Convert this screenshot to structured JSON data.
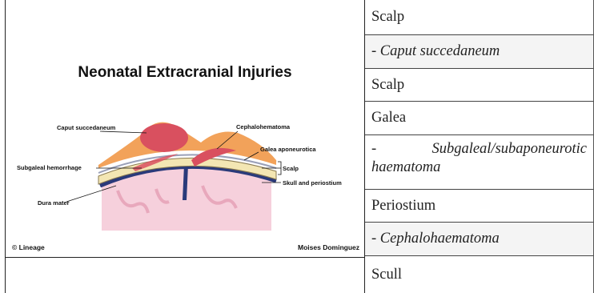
{
  "figure": {
    "title": "Neonatal Extracranial Injuries",
    "labels": {
      "caput": "Caput succedaneum",
      "cephalohematoma": "Cephalohematoma",
      "galea": "Galea aponeurotica",
      "subgaleal": "Subgaleal hemorrhage",
      "scalp": "Scalp",
      "skull": "Skull and periostium",
      "dura": "Dura mater"
    },
    "credit_left": "© Lineage",
    "credit_right": "Moises Dominguez"
  },
  "table": {
    "rows": [
      {
        "text": "Scalp",
        "italic": false,
        "shaded": false
      },
      {
        "text": "- Caput succedaneum",
        "italic": true,
        "shaded": true
      },
      {
        "text": "Scalp",
        "italic": false,
        "shaded": false
      },
      {
        "text": "Galea",
        "italic": false,
        "shaded": false
      },
      {
        "text": "- Subgaleal/subaponeurotic haematoma",
        "italic": true,
        "shaded": false
      },
      {
        "text": "Periostium",
        "italic": false,
        "shaded": false
      },
      {
        "text": "- Cephalohaematoma",
        "italic": true,
        "shaded": true
      },
      {
        "text": "Scull",
        "italic": false,
        "shaded": false
      }
    ]
  },
  "colors": {
    "scalp": "#f2a25a",
    "hematoma": "#d9505f",
    "bone": "#f3e6b3",
    "dura": "#2a3a7a",
    "brain": "#f6d0dc"
  }
}
